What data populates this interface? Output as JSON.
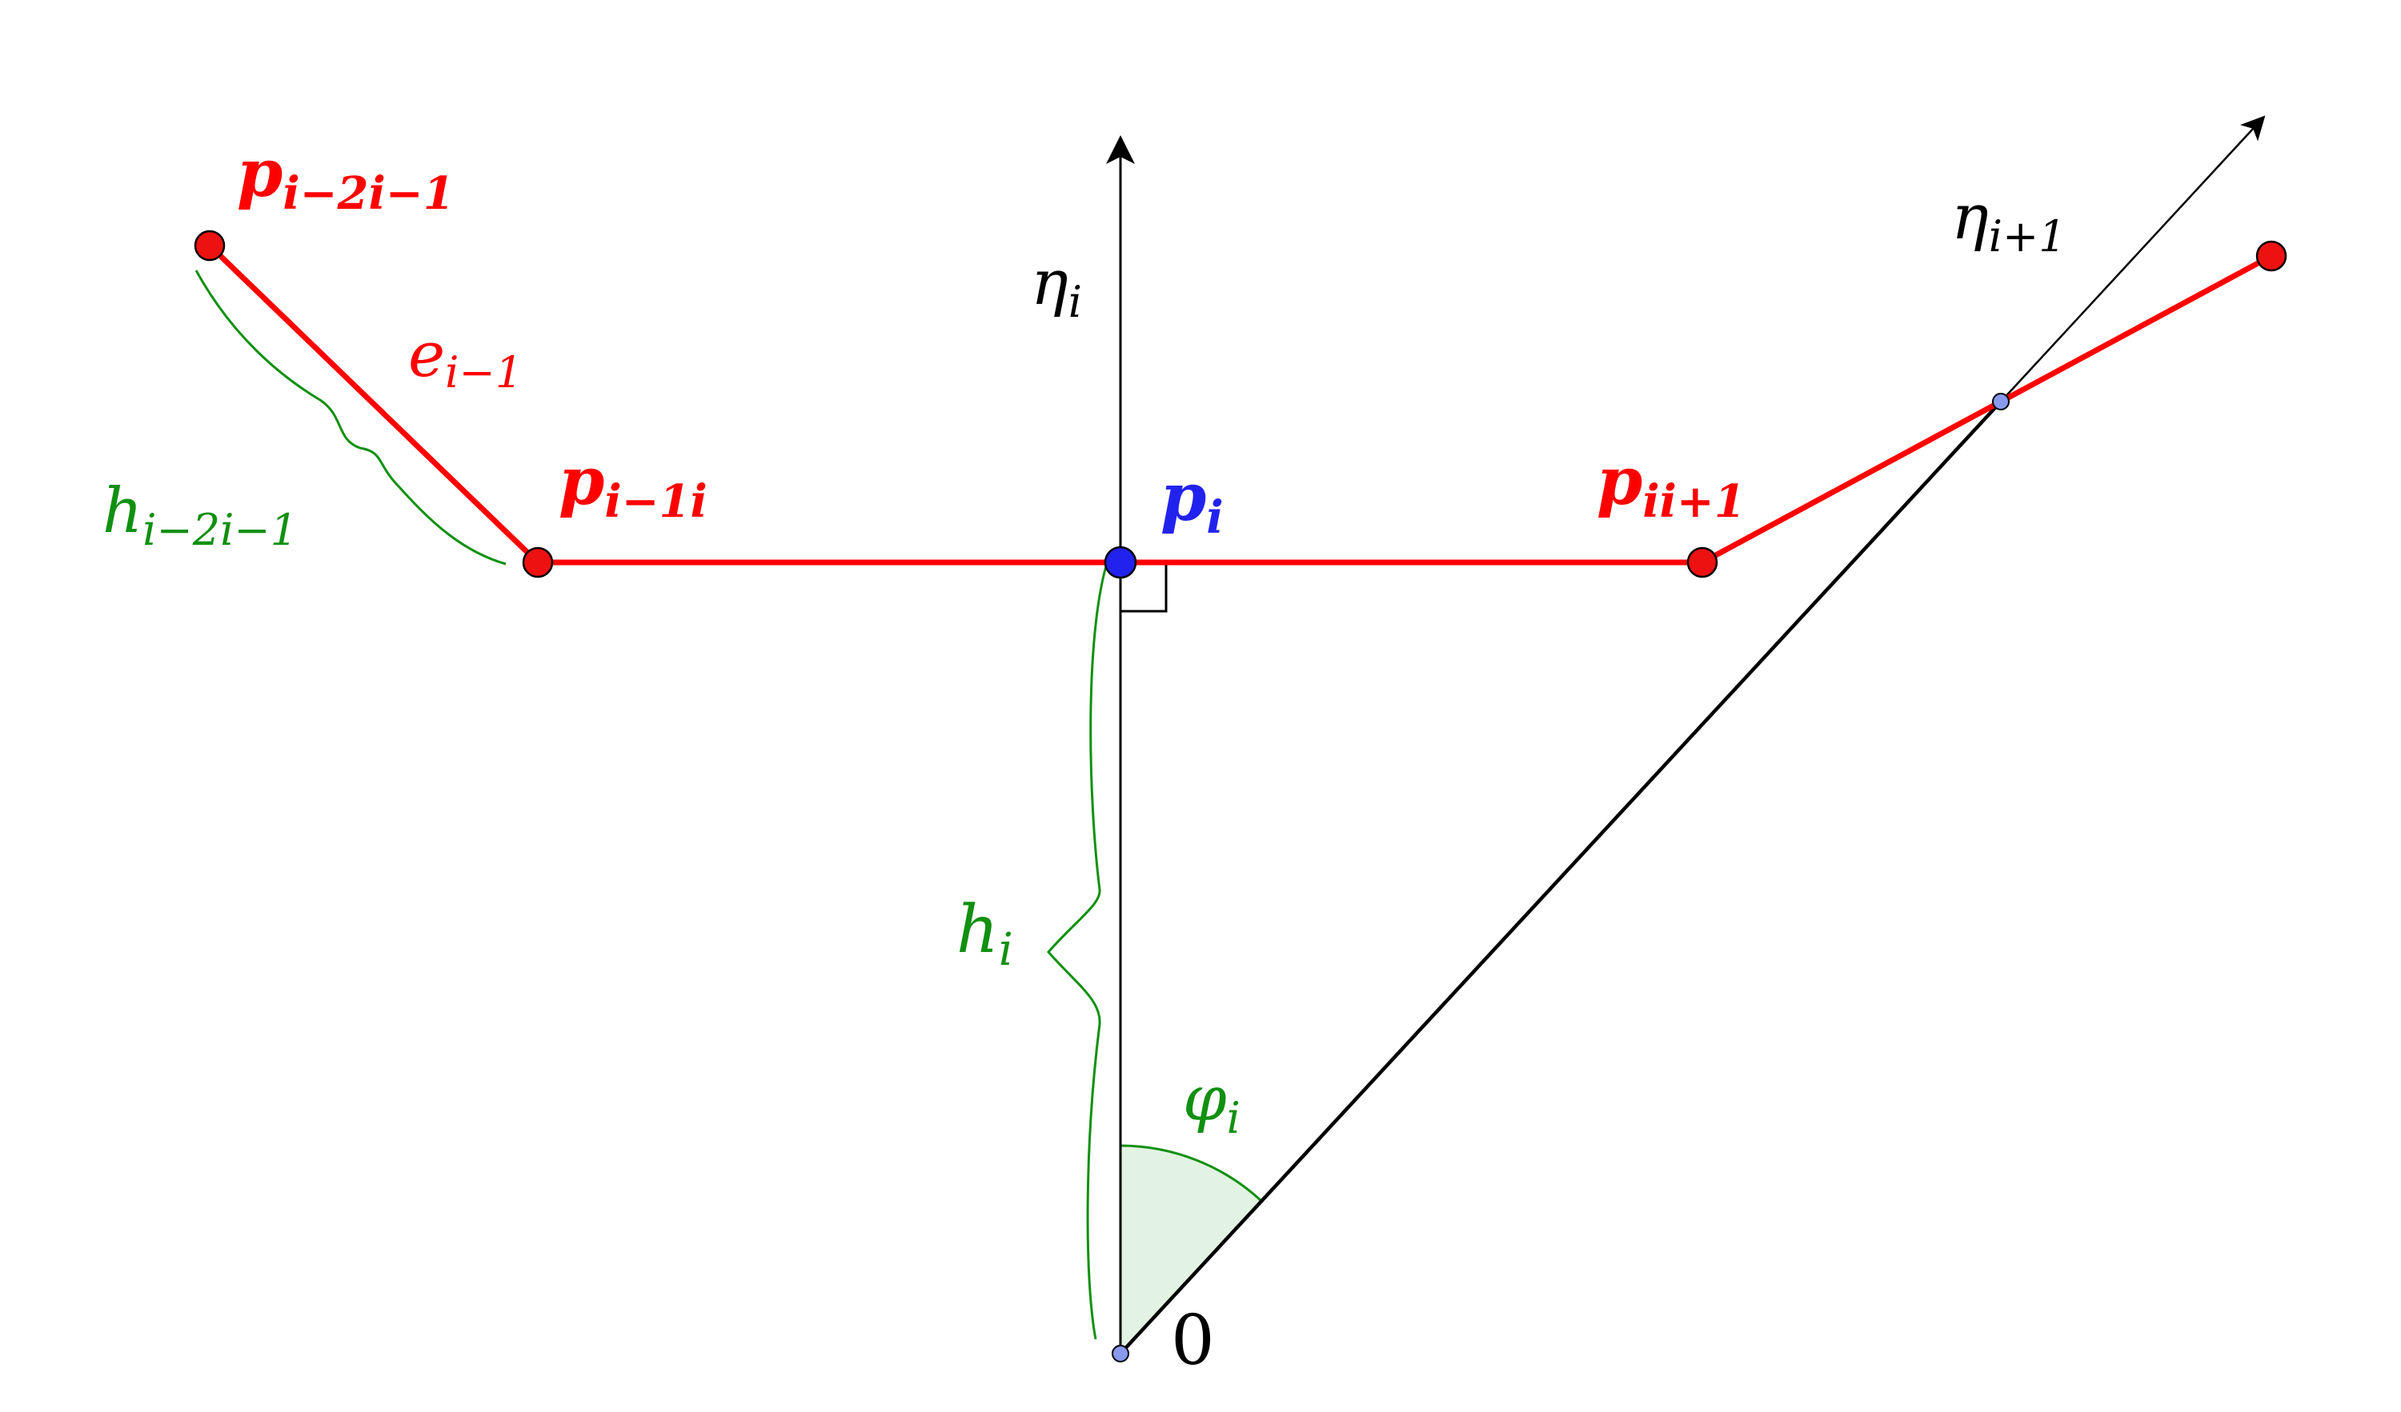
{
  "colors": {
    "polyline": "#ff0000",
    "vertex_fill": "#ee1111",
    "center_point": "#2222ee",
    "small_point": "#8899ee",
    "axis": "#000000",
    "annotation": "#109010",
    "angle_fill": "#e3f3e3"
  },
  "labels": {
    "p_i_minus2": {
      "base": "p",
      "sub": "i−2i−1"
    },
    "p_i_minus1": {
      "base": "p",
      "sub": "i−1i"
    },
    "p_i": {
      "base": "p",
      "sub": "i"
    },
    "p_i_plus1": {
      "base": "p",
      "sub": "ii+1"
    },
    "e_i_minus1": {
      "base": "e",
      "sub": "i−1"
    },
    "h_i_minus2": {
      "base": "h",
      "sub": "i−2i−1"
    },
    "h_i": {
      "base": "h",
      "sub": "i"
    },
    "eta_i": {
      "base": "η",
      "sub": "i"
    },
    "eta_i_plus1": {
      "base": "η",
      "sub": "i+1"
    },
    "phi_i": {
      "base": "φ",
      "sub": "i"
    },
    "origin": "0"
  }
}
